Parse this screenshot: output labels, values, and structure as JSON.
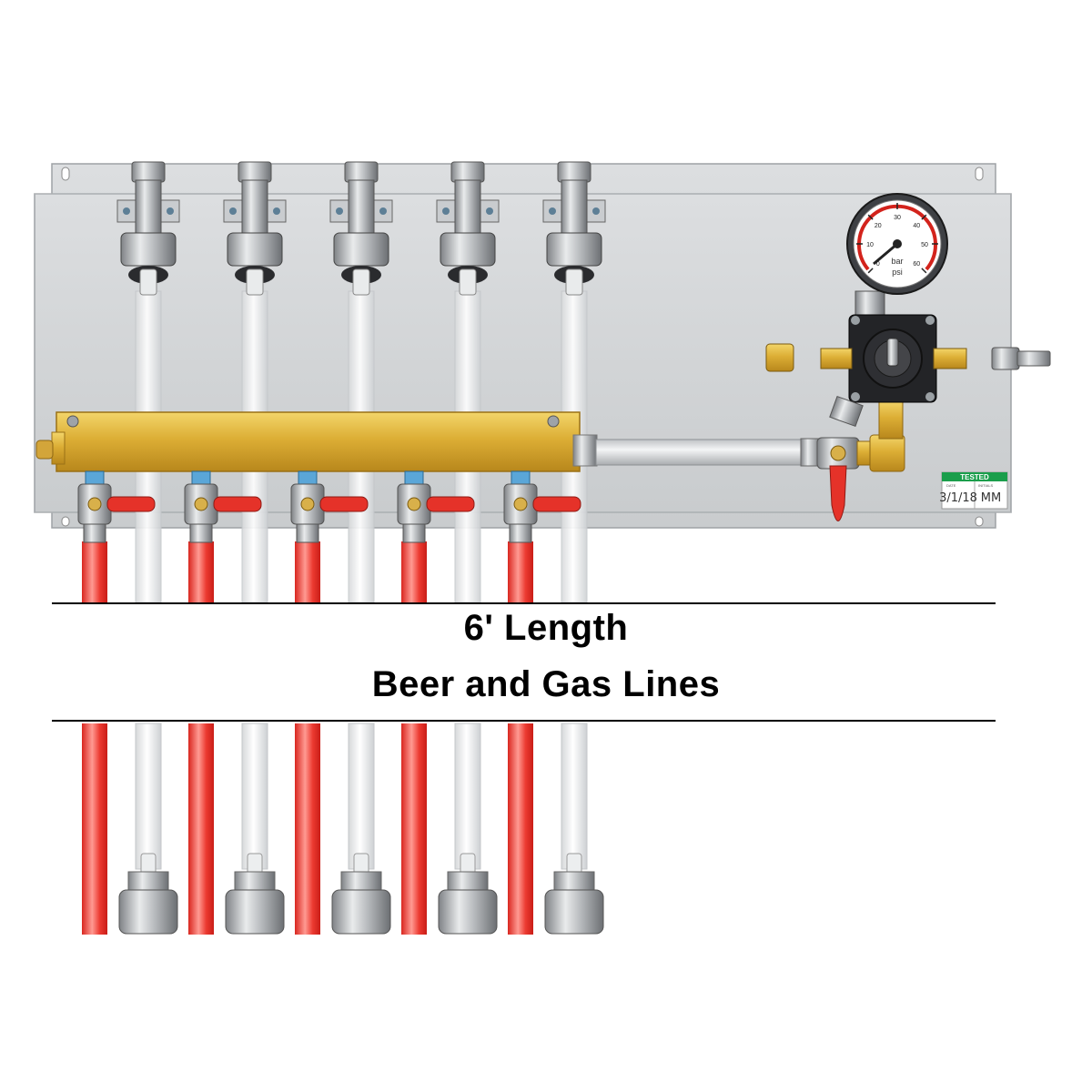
{
  "caption": {
    "line1": "6' Length",
    "line2": "Beer and Gas Lines"
  },
  "tested_label": {
    "header": "TESTED",
    "date_label": "DATE",
    "initials_label": "INITIALS",
    "date_value": "3/1/18",
    "initials_value": "MM"
  },
  "gauge": {
    "unit_bar": "bar",
    "unit_psi": "psi",
    "ticks": [
      "0",
      "10",
      "20",
      "30",
      "40",
      "50",
      "60"
    ]
  },
  "assembly": {
    "shank_count": 5,
    "beer_line_color": "#f2f2f2",
    "gas_line_color": "#e8322b",
    "manifold_color": "#e0b43a",
    "panel_color": "#d3d6d8",
    "tested_label_color": "#1a9e4b"
  }
}
